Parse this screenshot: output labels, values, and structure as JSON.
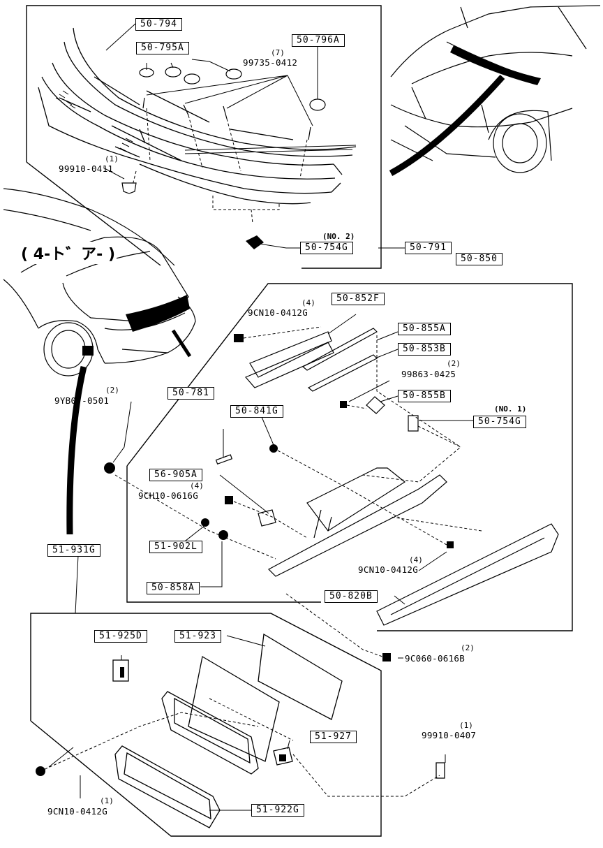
{
  "title": "( 4-ト゛ア- )",
  "callouts": [
    {
      "id": "c1",
      "text": "50-794"
    },
    {
      "id": "c2",
      "text": "50-795A"
    },
    {
      "id": "c3",
      "text": "50-796A"
    },
    {
      "id": "c4",
      "text": "50-791"
    },
    {
      "id": "c5",
      "text": "50-754G"
    },
    {
      "id": "c6",
      "text": "50-850"
    },
    {
      "id": "c7",
      "text": "50-852F"
    },
    {
      "id": "c8",
      "text": "50-855A"
    },
    {
      "id": "c9",
      "text": "50-853B"
    },
    {
      "id": "c10",
      "text": "50-855B"
    },
    {
      "id": "c11",
      "text": "50-754G"
    },
    {
      "id": "c12",
      "text": "50-781"
    },
    {
      "id": "c13",
      "text": "50-841G"
    },
    {
      "id": "c14",
      "text": "56-905A"
    },
    {
      "id": "c15",
      "text": "51-902L"
    },
    {
      "id": "c16",
      "text": "50-858A"
    },
    {
      "id": "c17",
      "text": "51-931G"
    },
    {
      "id": "c18",
      "text": "50-820B"
    },
    {
      "id": "c19",
      "text": "51-925D"
    },
    {
      "id": "c20",
      "text": "51-923"
    },
    {
      "id": "c21",
      "text": "51-927"
    },
    {
      "id": "c22",
      "text": "51-922G"
    }
  ],
  "parts": [
    {
      "id": "p1",
      "code": "99735-0412",
      "qty": "(7)"
    },
    {
      "id": "p2",
      "code": "99910-0411",
      "qty": "(1)"
    },
    {
      "id": "p3",
      "code": "9CN10-0412G",
      "qty": "(4)"
    },
    {
      "id": "p4",
      "code": "99863-0425",
      "qty": "(2)"
    },
    {
      "id": "p5",
      "code": "9YB07-0501",
      "qty": "(2)"
    },
    {
      "id": "p6",
      "code": "9CH10-0616G",
      "qty": "(4)"
    },
    {
      "id": "p7",
      "code": "9CN10-0412G",
      "qty": "(4)"
    },
    {
      "id": "p8",
      "code": "9C060-0616B",
      "qty": "(2)"
    },
    {
      "id": "p9",
      "code": "99910-0407",
      "qty": "(1)"
    },
    {
      "id": "p10",
      "code": "9CN10-0412G",
      "qty": "(1)"
    }
  ],
  "notes": {
    "no2": "(NO. 2)",
    "no1": "(NO. 1)"
  }
}
